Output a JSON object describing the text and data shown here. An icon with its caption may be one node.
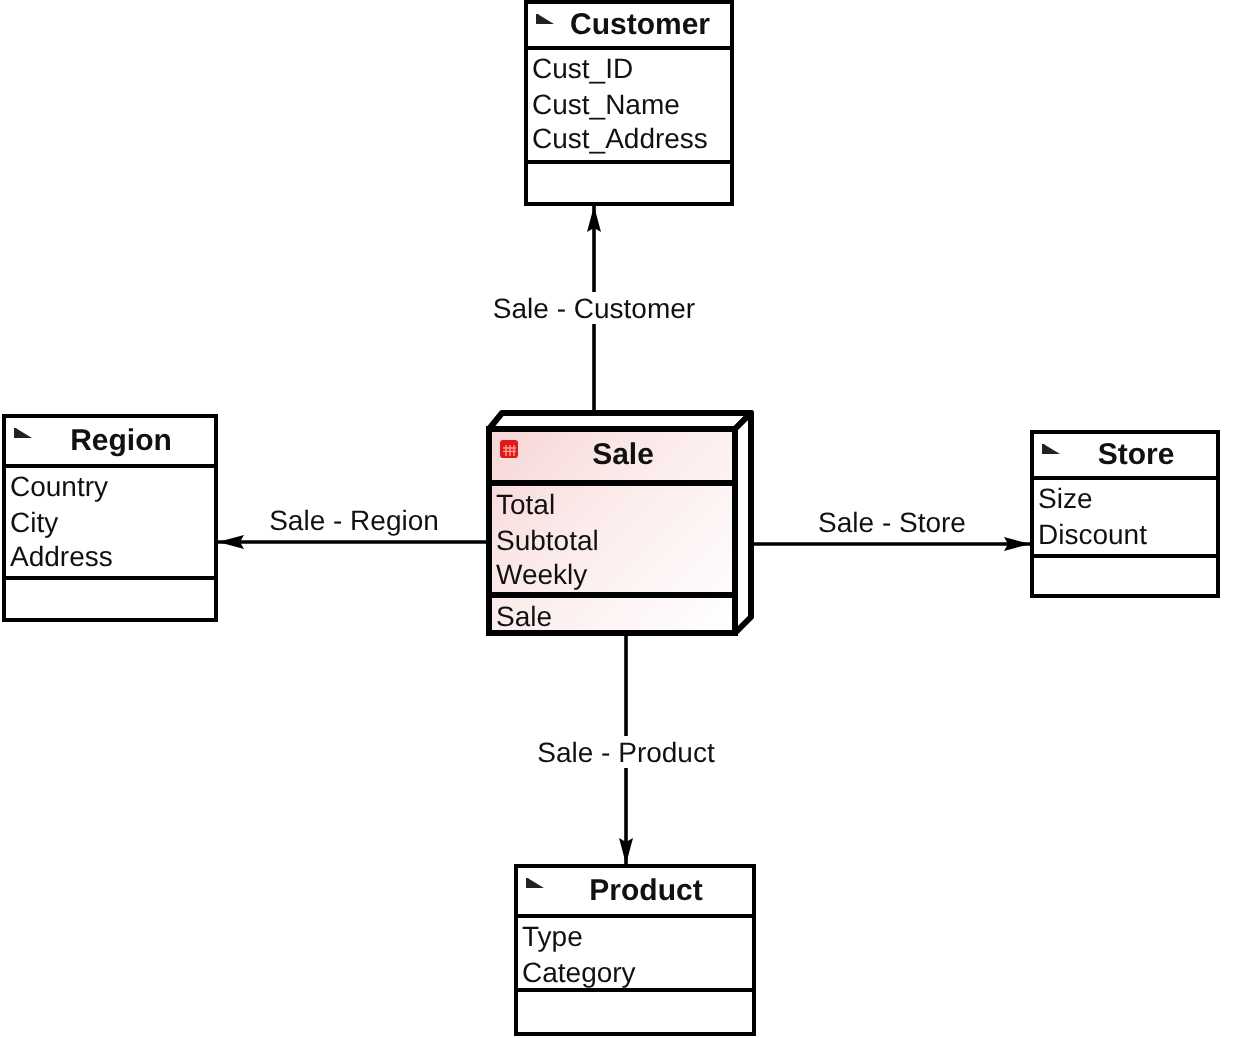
{
  "diagram": {
    "nodes": [
      {
        "text": [
          "Customer",
          "Cust_ID",
          "Cust_Name",
          "Cust_Address"
        ]
      },
      {
        "text": [
          "Region",
          "Country",
          "City",
          "Address"
        ]
      },
      {
        "text": [
          "Sale",
          "Total",
          "Subtotal",
          "Weekly",
          "Sale"
        ]
      },
      {
        "text": [
          "Store",
          "Size",
          "Discount"
        ]
      },
      {
        "text": [
          "Product",
          "Type",
          "Category"
        ]
      }
    ],
    "edges": [
      {
        "from": 2,
        "to": 0,
        "arrow": "to",
        "label": "Sale - Customer"
      },
      {
        "from": 2,
        "to": 1,
        "arrow": "to",
        "label": "Sale - Region"
      },
      {
        "from": 2,
        "to": 3,
        "arrow": "to",
        "label": "Sale - Store"
      },
      {
        "from": 2,
        "to": 4,
        "arrow": "to",
        "label": "Sale - Product"
      }
    ]
  }
}
